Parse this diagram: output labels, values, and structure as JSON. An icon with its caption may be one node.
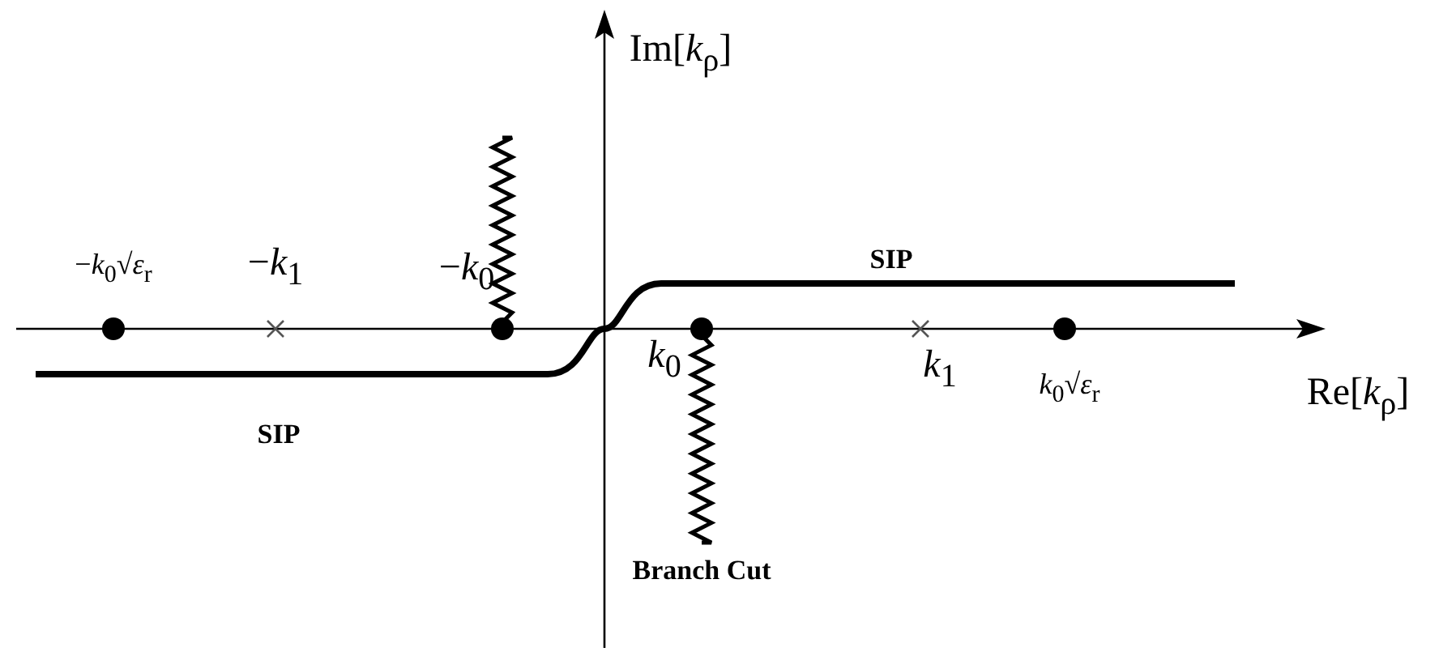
{
  "diagram": {
    "labels": [
      "Im[*k*$_{ρ}$]",
      "Re[*k*$_{ρ}$]",
      "−*k*$_{0}$√*ε*$_{r}$",
      "−*k*$_{1}$",
      "−*k*$_{0}$",
      "*k*$_{0}$",
      "*k*$_{1}$",
      "*k*$_{0}$√*ε*$_{r}$",
      "SIP",
      "SIP",
      "Branch Cut"
    ]
  }
}
